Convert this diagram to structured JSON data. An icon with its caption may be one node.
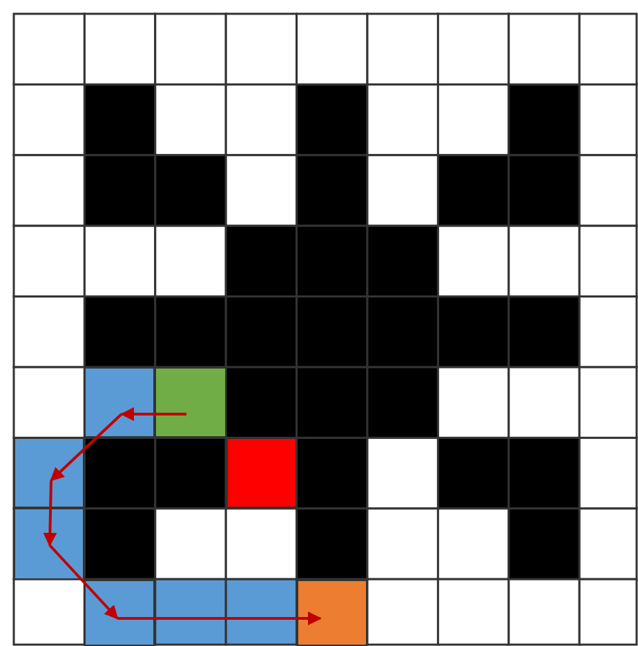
{
  "diagram": {
    "nodes": [
      {
        "text": [],
        "shape": "box"
      },
      {
        "text": [],
        "shape": "box"
      },
      {
        "text": [],
        "shape": "box"
      },
      {
        "text": [],
        "shape": "box"
      },
      {
        "text": [],
        "shape": "box"
      },
      {
        "text": [],
        "shape": "box"
      },
      {
        "text": [],
        "shape": "box"
      }
    ],
    "edges": [
      {
        "from": 1,
        "to": 0,
        "arrow": "to"
      },
      {
        "from": 0,
        "to": 2,
        "arrow": "to"
      },
      {
        "from": 2,
        "to": 4,
        "arrow": "to"
      },
      {
        "from": 4,
        "to": 5,
        "arrow": "to"
      },
      {
        "from": 5,
        "to": 6,
        "arrow": "to"
      }
    ]
  }
}
